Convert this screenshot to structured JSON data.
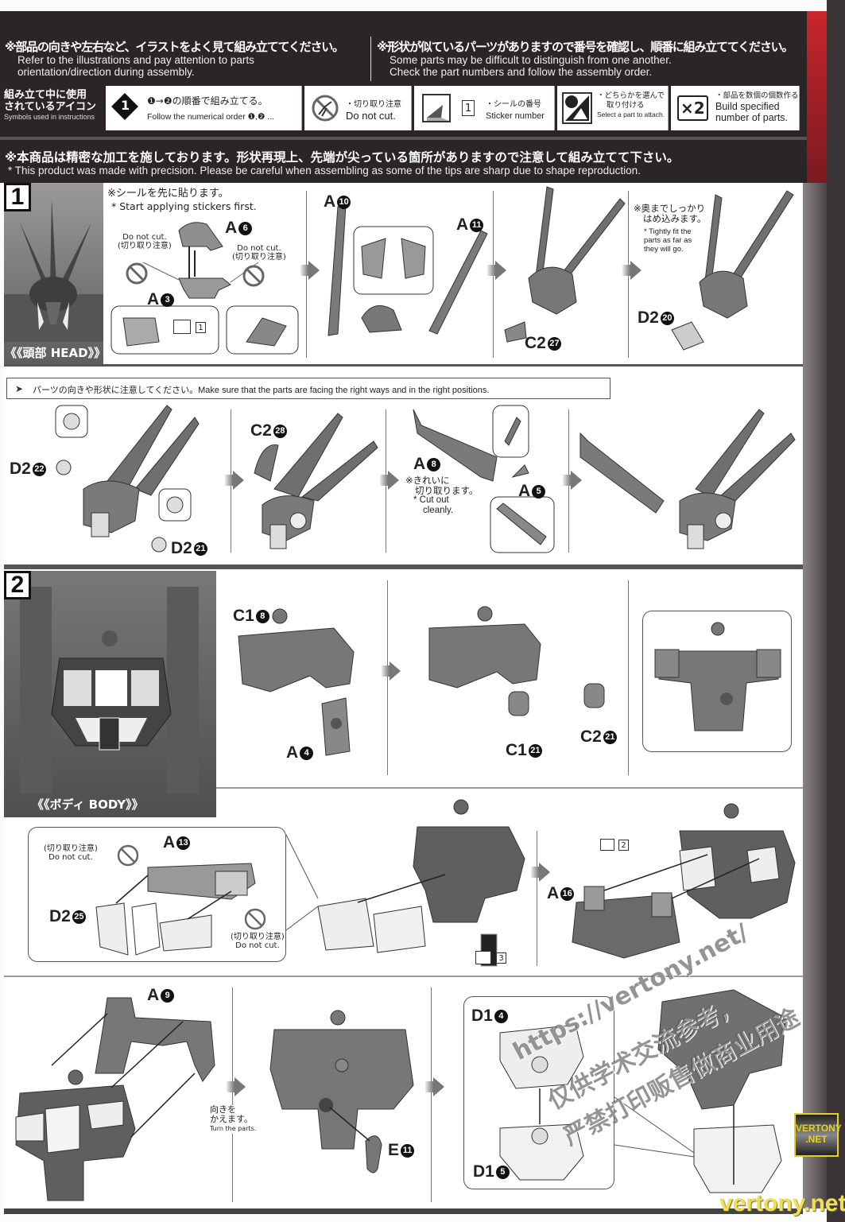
{
  "header": {
    "note_left_ja": "※部品の向きや左右など、イラストをよく見て組み立ててください。",
    "note_left_en_1": "Refer to the illustrations and pay attention to parts",
    "note_left_en_2": "orientation/direction during assembly.",
    "note_right_ja": "※形状が似ているパーツがありますので番号を確認し、順番に組み立ててください。",
    "note_right_en_1": "Some parts may be difficult to distinguish from one another.",
    "note_right_en_2": "Check the part numbers and follow the assembly order.",
    "icons_title_ja_1": "組み立て中に使用",
    "icons_title_ja_2": "されているアイコン",
    "icons_title_en": "Symbols used in instructions",
    "icon_order_badge": "1",
    "icon_order_ja": "❶→❷の順番で組み立てる。",
    "icon_order_en": "Follow the numerical order ❶,❷ ...",
    "icon_nocut_ja": "・切り取り注意",
    "icon_nocut_en": "Do not cut.",
    "icon_sticker_num": "1",
    "icon_sticker_ja": "・シールの番号",
    "icon_sticker_en": "Sticker number",
    "icon_select_ja_1": "・どちらかを選んで",
    "icon_select_ja_2": "取り付ける",
    "icon_select_en": "Select a part to attach.",
    "icon_x2": "×2",
    "icon_x2_ja": "・部品を数個の個数作る",
    "icon_x2_en_1": "Build specified",
    "icon_x2_en_2": "number of parts.",
    "warning_ja": "※本商品は精密な加工を施しております。形状再現上、先端が尖っている箇所がありますので注意して組み立てて下さい。",
    "warning_en": "* This product was made with precision.  Please be careful when assembling as some of the tips are sharp due to shape reproduction."
  },
  "step1": {
    "number": "1",
    "section_label": "《《頭部 HEAD》》",
    "sticker_note_ja": "※シールを先に貼ります。",
    "sticker_note_en": "* Start applying stickers first.",
    "do_not_cut_en": "Do not cut.",
    "do_not_cut_ja": "(切り取り注意)",
    "sticker_1": "1",
    "fit_note_ja_1": "※奥までしっかり",
    "fit_note_ja_2": "はめ込みます。",
    "fit_note_en_1": "* Tightly fit the",
    "fit_note_en_2": "parts as far as",
    "fit_note_en_3": "they will go.",
    "parts": {
      "a6": {
        "part": "A",
        "num": "6"
      },
      "a3": {
        "part": "A",
        "num": "3"
      },
      "a10": {
        "part": "A",
        "num": "10"
      },
      "a11": {
        "part": "A",
        "num": "11"
      },
      "c2_27": {
        "part": "C2",
        "num": "27"
      },
      "d2_20": {
        "part": "D2",
        "num": "20"
      },
      "d2_22": {
        "part": "D2",
        "num": "22"
      },
      "d2_21": {
        "part": "D2",
        "num": "21"
      },
      "c2_28": {
        "part": "C2",
        "num": "28"
      },
      "a8": {
        "part": "A",
        "num": "8"
      },
      "a5": {
        "part": "A",
        "num": "5"
      }
    },
    "orientation_note": "パーツの向きや形状に注意してください。Make sure that the parts are facing the right ways and in the right positions.",
    "cut_note_ja_1": "※きれいに",
    "cut_note_ja_2": "切り取ります。",
    "cut_note_en_1": "* Cut out",
    "cut_note_en_2": "cleanly."
  },
  "step2": {
    "number": "2",
    "section_label": "《《ボディ BODY》》",
    "parts": {
      "c1_8": {
        "part": "C1",
        "num": "8"
      },
      "a4": {
        "part": "A",
        "num": "4"
      },
      "c1_21": {
        "part": "C1",
        "num": "21"
      },
      "c2_21": {
        "part": "C2",
        "num": "21"
      },
      "a13": {
        "part": "A",
        "num": "13"
      },
      "d2_25": {
        "part": "D2",
        "num": "25"
      },
      "a16": {
        "part": "A",
        "num": "16"
      },
      "a9": {
        "part": "A",
        "num": "9"
      },
      "e11": {
        "part": "E",
        "num": "11"
      },
      "d1_4": {
        "part": "D1",
        "num": "4"
      },
      "d1_5": {
        "part": "D1",
        "num": "5"
      }
    },
    "do_not_cut_ja": "(切り取り注意)",
    "do_not_cut_en": "Do not cut.",
    "sticker_2": "2",
    "sticker_3": "3",
    "turn_note_ja_1": "向きを",
    "turn_note_ja_2": "かえます。",
    "turn_note_en": "Turn the parts."
  },
  "watermark": {
    "url": "https://vertony.net/",
    "line1": "仅供学术交流参考,",
    "line2": "严禁打印贩售做商业用途",
    "badge": "VERTONY .NET",
    "footer": "vertony.net"
  },
  "colors": {
    "header_bg": "#2b2527",
    "accent_red": "#c8262c",
    "part_gray": "#8a8a8a"
  }
}
